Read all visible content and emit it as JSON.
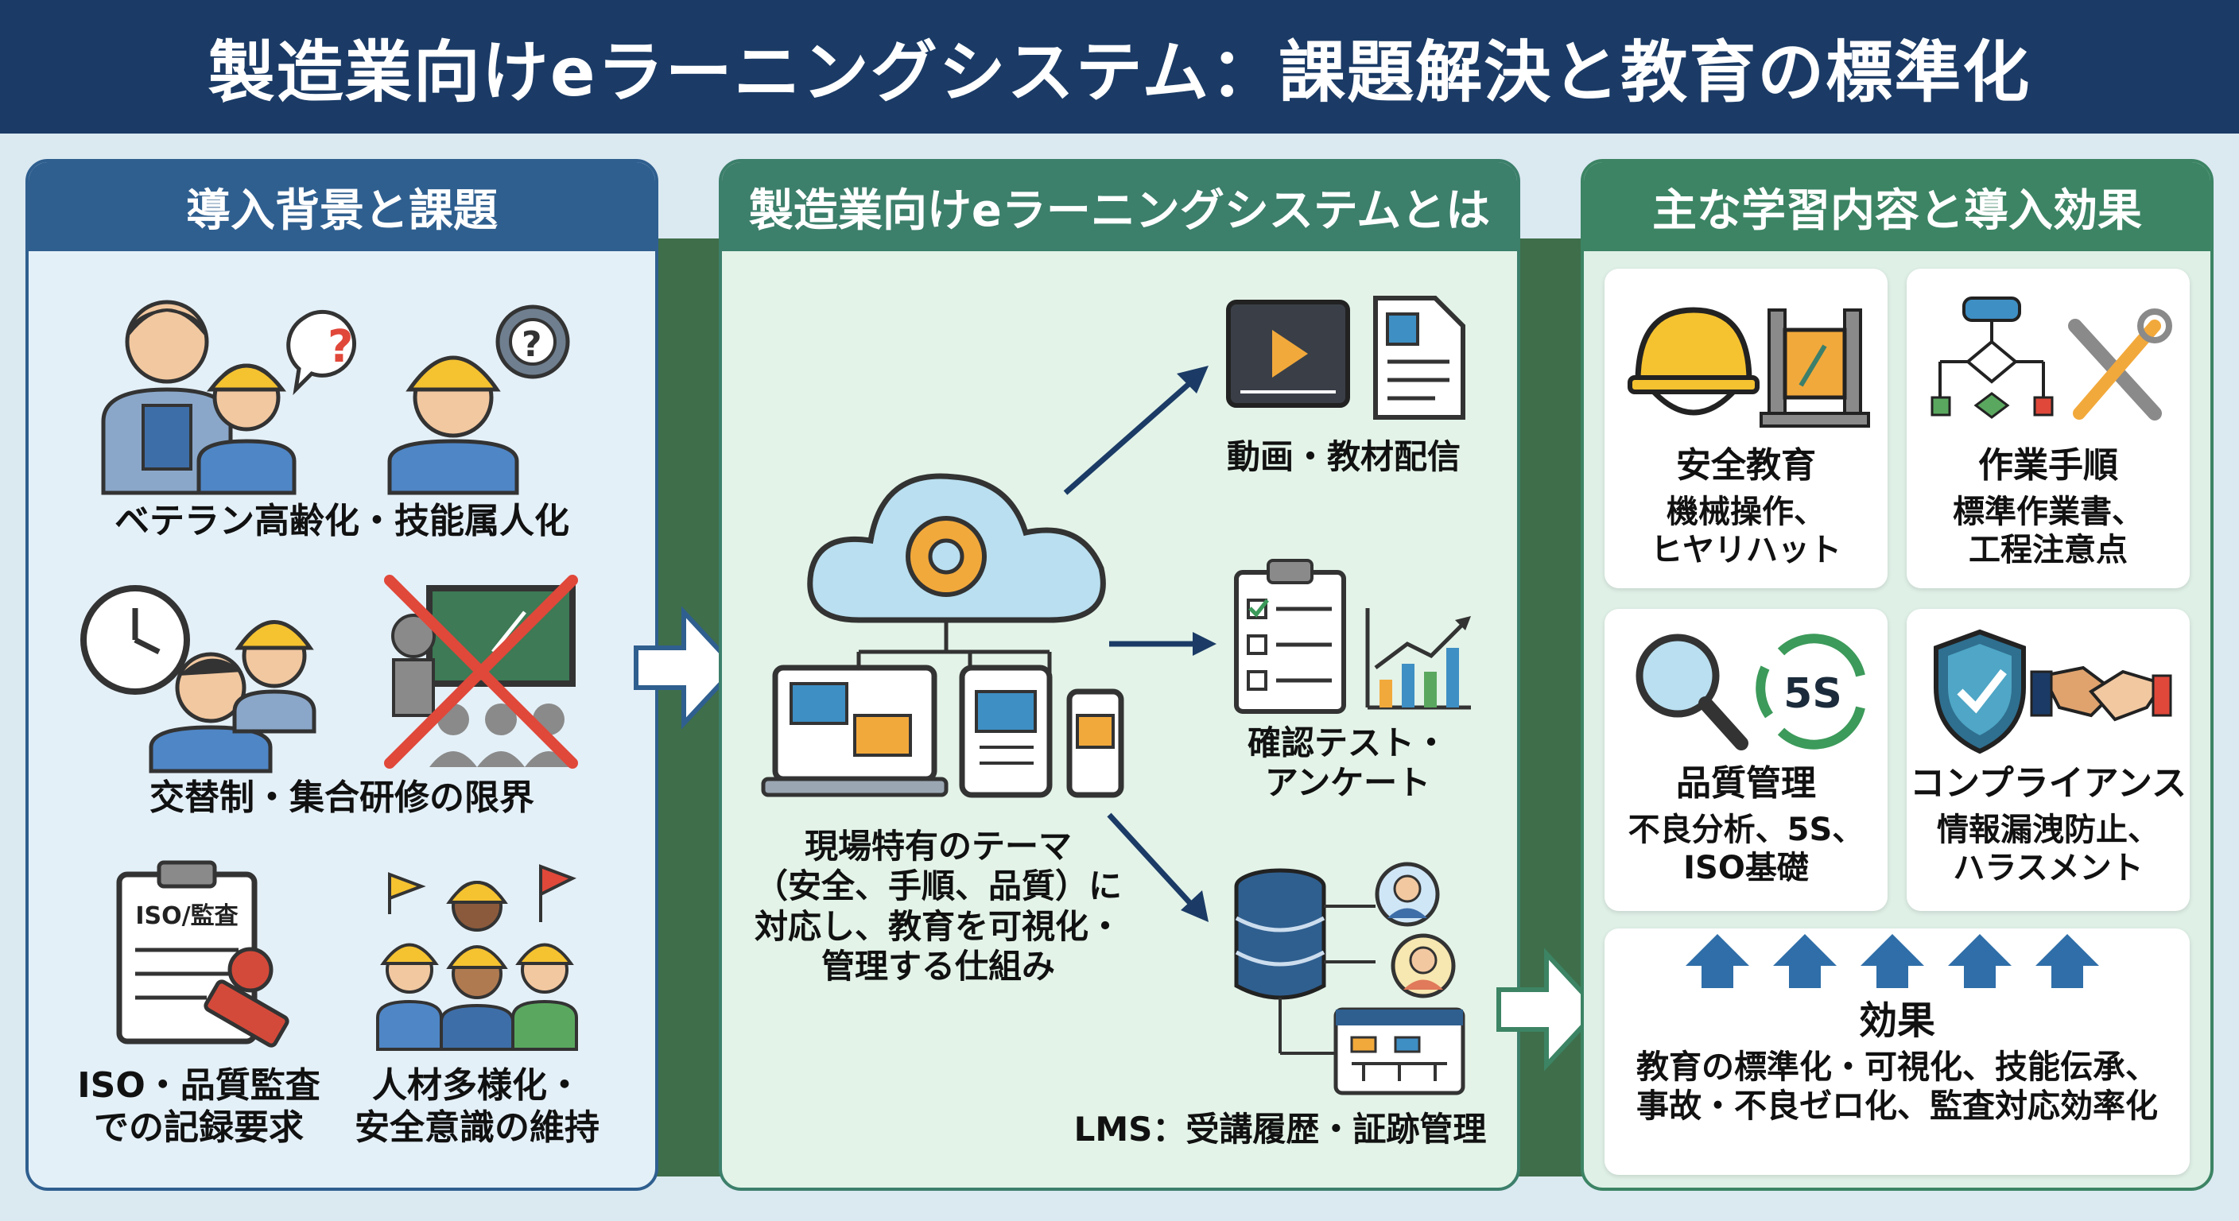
{
  "title": "製造業向けeラーニングシステム：課題解決と教育の標準化",
  "panels": {
    "background": {
      "heading": "導入背景と課題",
      "items": [
        "ベテラン高齢化・技能属人化",
        "交替制・集合研修の限界",
        "ISO・品質監査\nでの記録要求",
        "人材多様化・\n安全意識の維持"
      ],
      "clipboard_text": "ISO/監査"
    },
    "system": {
      "heading": "製造業向けeラーニングシステムとは",
      "center_text": "現場特有のテーマ\n（安全、手順、品質）に\n対応し、教育を可視化・\n管理する仕組み",
      "features": [
        "動画・教材配信",
        "確認テスト・\nアンケート",
        "LMS：受講履歴・証跡管理"
      ]
    },
    "effects": {
      "heading": "主な学習内容と導入効果",
      "cards": [
        {
          "title": "安全教育",
          "desc": "機械操作、\nヒヤリハット"
        },
        {
          "title": "作業手順",
          "desc": "標準作業書、\n工程注意点"
        },
        {
          "title": "品質管理",
          "desc": "不良分析、5S、\nISO基礎"
        },
        {
          "title": "コンプライアンス",
          "desc": "情報漏洩防止、\nハラスメント"
        }
      ],
      "fives_label": "5S",
      "result": {
        "title": "効果",
        "desc": "教育の標準化・可視化、技能伝承、\n事故・不良ゼロ化、監査対応効率化"
      }
    }
  },
  "colors": {
    "navy": "#1b3b66",
    "blue": "#2f5f8f",
    "green": "#3c7f6b",
    "accent_orange": "#f2a93b",
    "cross_red": "#e0483a"
  }
}
